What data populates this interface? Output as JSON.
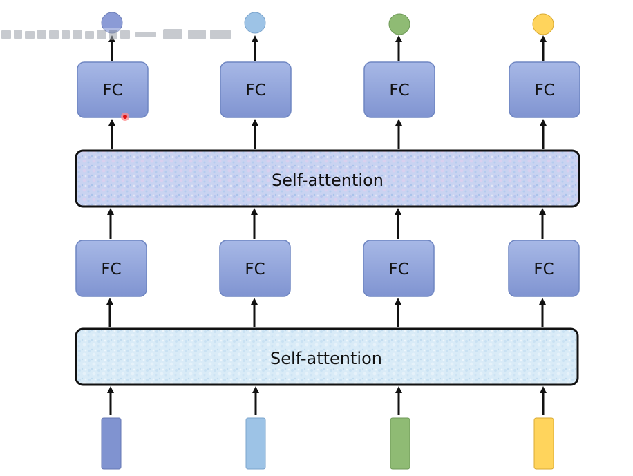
{
  "diagram": {
    "self_attention_top": "Self-attention",
    "self_attention_bottom": "Self-attention",
    "fc_top": [
      "FC",
      "FC",
      "FC",
      "FC"
    ],
    "fc_bottom": [
      "FC",
      "FC",
      "FC",
      "FC"
    ]
  },
  "colors": {
    "output_circles": [
      "#8b9bd6",
      "#9dc3e6",
      "#8fbb74",
      "#ffd45c"
    ],
    "input_vectors": [
      "#8093d0",
      "#9dc3e6",
      "#8fbb74",
      "#ffd45c"
    ],
    "fc_fill": "#93a8dd",
    "self_attention_top_fill": "#c7d3f0",
    "self_attention_bottom_fill": "#d8ebf7"
  }
}
